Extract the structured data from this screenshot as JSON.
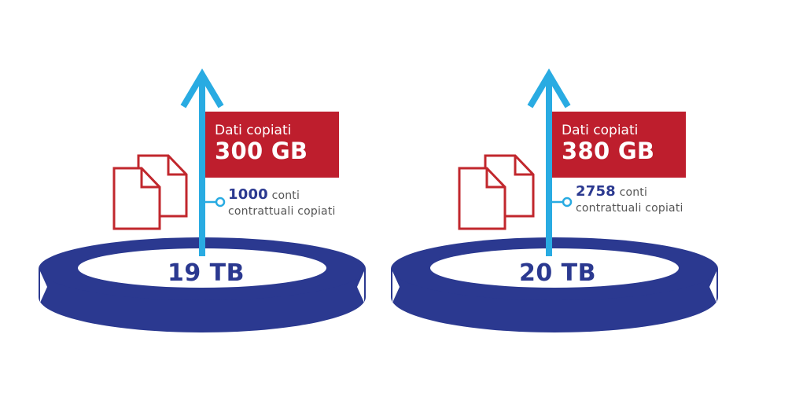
{
  "colors": {
    "ring": "#2b3990",
    "arrow": "#29abe2",
    "accent": "#be1e2d",
    "document": "#c1272d",
    "muted_text": "#555555"
  },
  "groups": [
    {
      "copied_label": "Dati copiati",
      "copied_value": "300 GB",
      "accounts_count": "1000",
      "accounts_word": "conti",
      "accounts_suffix": "contrattuali copiati",
      "capacity": "19 TB",
      "icons": [
        "document-icon",
        "arrow-up-icon",
        "storage-ring-icon"
      ]
    },
    {
      "copied_label": "Dati copiati",
      "copied_value": "380 GB",
      "accounts_count": "2758",
      "accounts_word": "conti",
      "accounts_suffix": "contrattuali copiati",
      "capacity": "20 TB",
      "icons": [
        "document-icon",
        "arrow-up-icon",
        "storage-ring-icon"
      ]
    }
  ]
}
